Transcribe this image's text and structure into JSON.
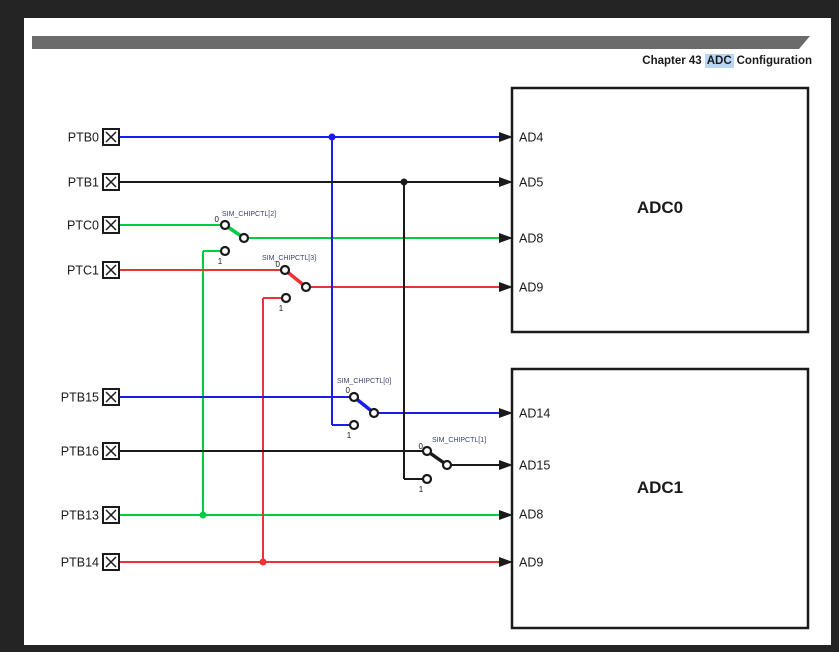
{
  "header": {
    "chapter_prefix": "Chapter 43",
    "highlighted_term": "ADC",
    "chapter_suffix": "Configuration"
  },
  "colors": {
    "surround": "#242424",
    "page": "#ffffff",
    "header-bar": "#6b6b6b",
    "highlight": "#b8d7f5",
    "ink": "#1a1a1a",
    "wire-blue": "#1b1bf0",
    "wire-green": "#00cc44",
    "wire-red": "#e93434",
    "wire-black": "#1a1a1a",
    "switch-label": "#3a4168"
  },
  "diagram": {
    "pins": [
      {
        "label": "PTB0",
        "wire_color": "blue"
      },
      {
        "label": "PTB1",
        "wire_color": "black"
      },
      {
        "label": "PTC0",
        "wire_color": "green"
      },
      {
        "label": "PTC1",
        "wire_color": "red"
      },
      {
        "label": "PTB15",
        "wire_color": "blue"
      },
      {
        "label": "PTB16",
        "wire_color": "black"
      },
      {
        "label": "PTB13",
        "wire_color": "green"
      },
      {
        "label": "PTB14",
        "wire_color": "red"
      }
    ],
    "switches": {
      "sw2": {
        "label": "SIM_CHIPCTL[2]",
        "pos0": "0",
        "pos1": "1",
        "input0": "PTC0",
        "input1": "PTB13",
        "output": "ADC0.AD8",
        "selected": "0"
      },
      "sw3": {
        "label": "SIM_CHIPCTL[3]",
        "pos0": "0",
        "pos1": "1",
        "input0": "PTC1",
        "input1": "PTB14",
        "output": "ADC0.AD9",
        "selected": "0"
      },
      "sw0": {
        "label": "SIM_CHIPCTL[0]",
        "pos0": "0",
        "pos1": "1",
        "input0": "PTB15",
        "input1": "PTB0",
        "output": "ADC1.AD14",
        "selected": "0"
      },
      "sw1": {
        "label": "SIM_CHIPCTL[1]",
        "pos0": "0",
        "pos1": "1",
        "input0": "PTB16",
        "input1": "PTB1",
        "output": "ADC1.AD15",
        "selected": "0"
      }
    },
    "blocks": [
      {
        "title": "ADC0",
        "inputs": [
          "AD4",
          "AD5",
          "AD8",
          "AD9"
        ]
      },
      {
        "title": "ADC1",
        "inputs": [
          "AD14",
          "AD15",
          "AD8",
          "AD9"
        ]
      }
    ],
    "direct_connections": [
      {
        "from": "PTB0",
        "to": "ADC0.AD4",
        "color": "blue"
      },
      {
        "from": "PTB1",
        "to": "ADC0.AD5",
        "color": "black"
      },
      {
        "from": "PTB13",
        "to": "ADC1.AD8",
        "color": "green"
      },
      {
        "from": "PTB14",
        "to": "ADC1.AD9",
        "color": "red"
      }
    ]
  }
}
